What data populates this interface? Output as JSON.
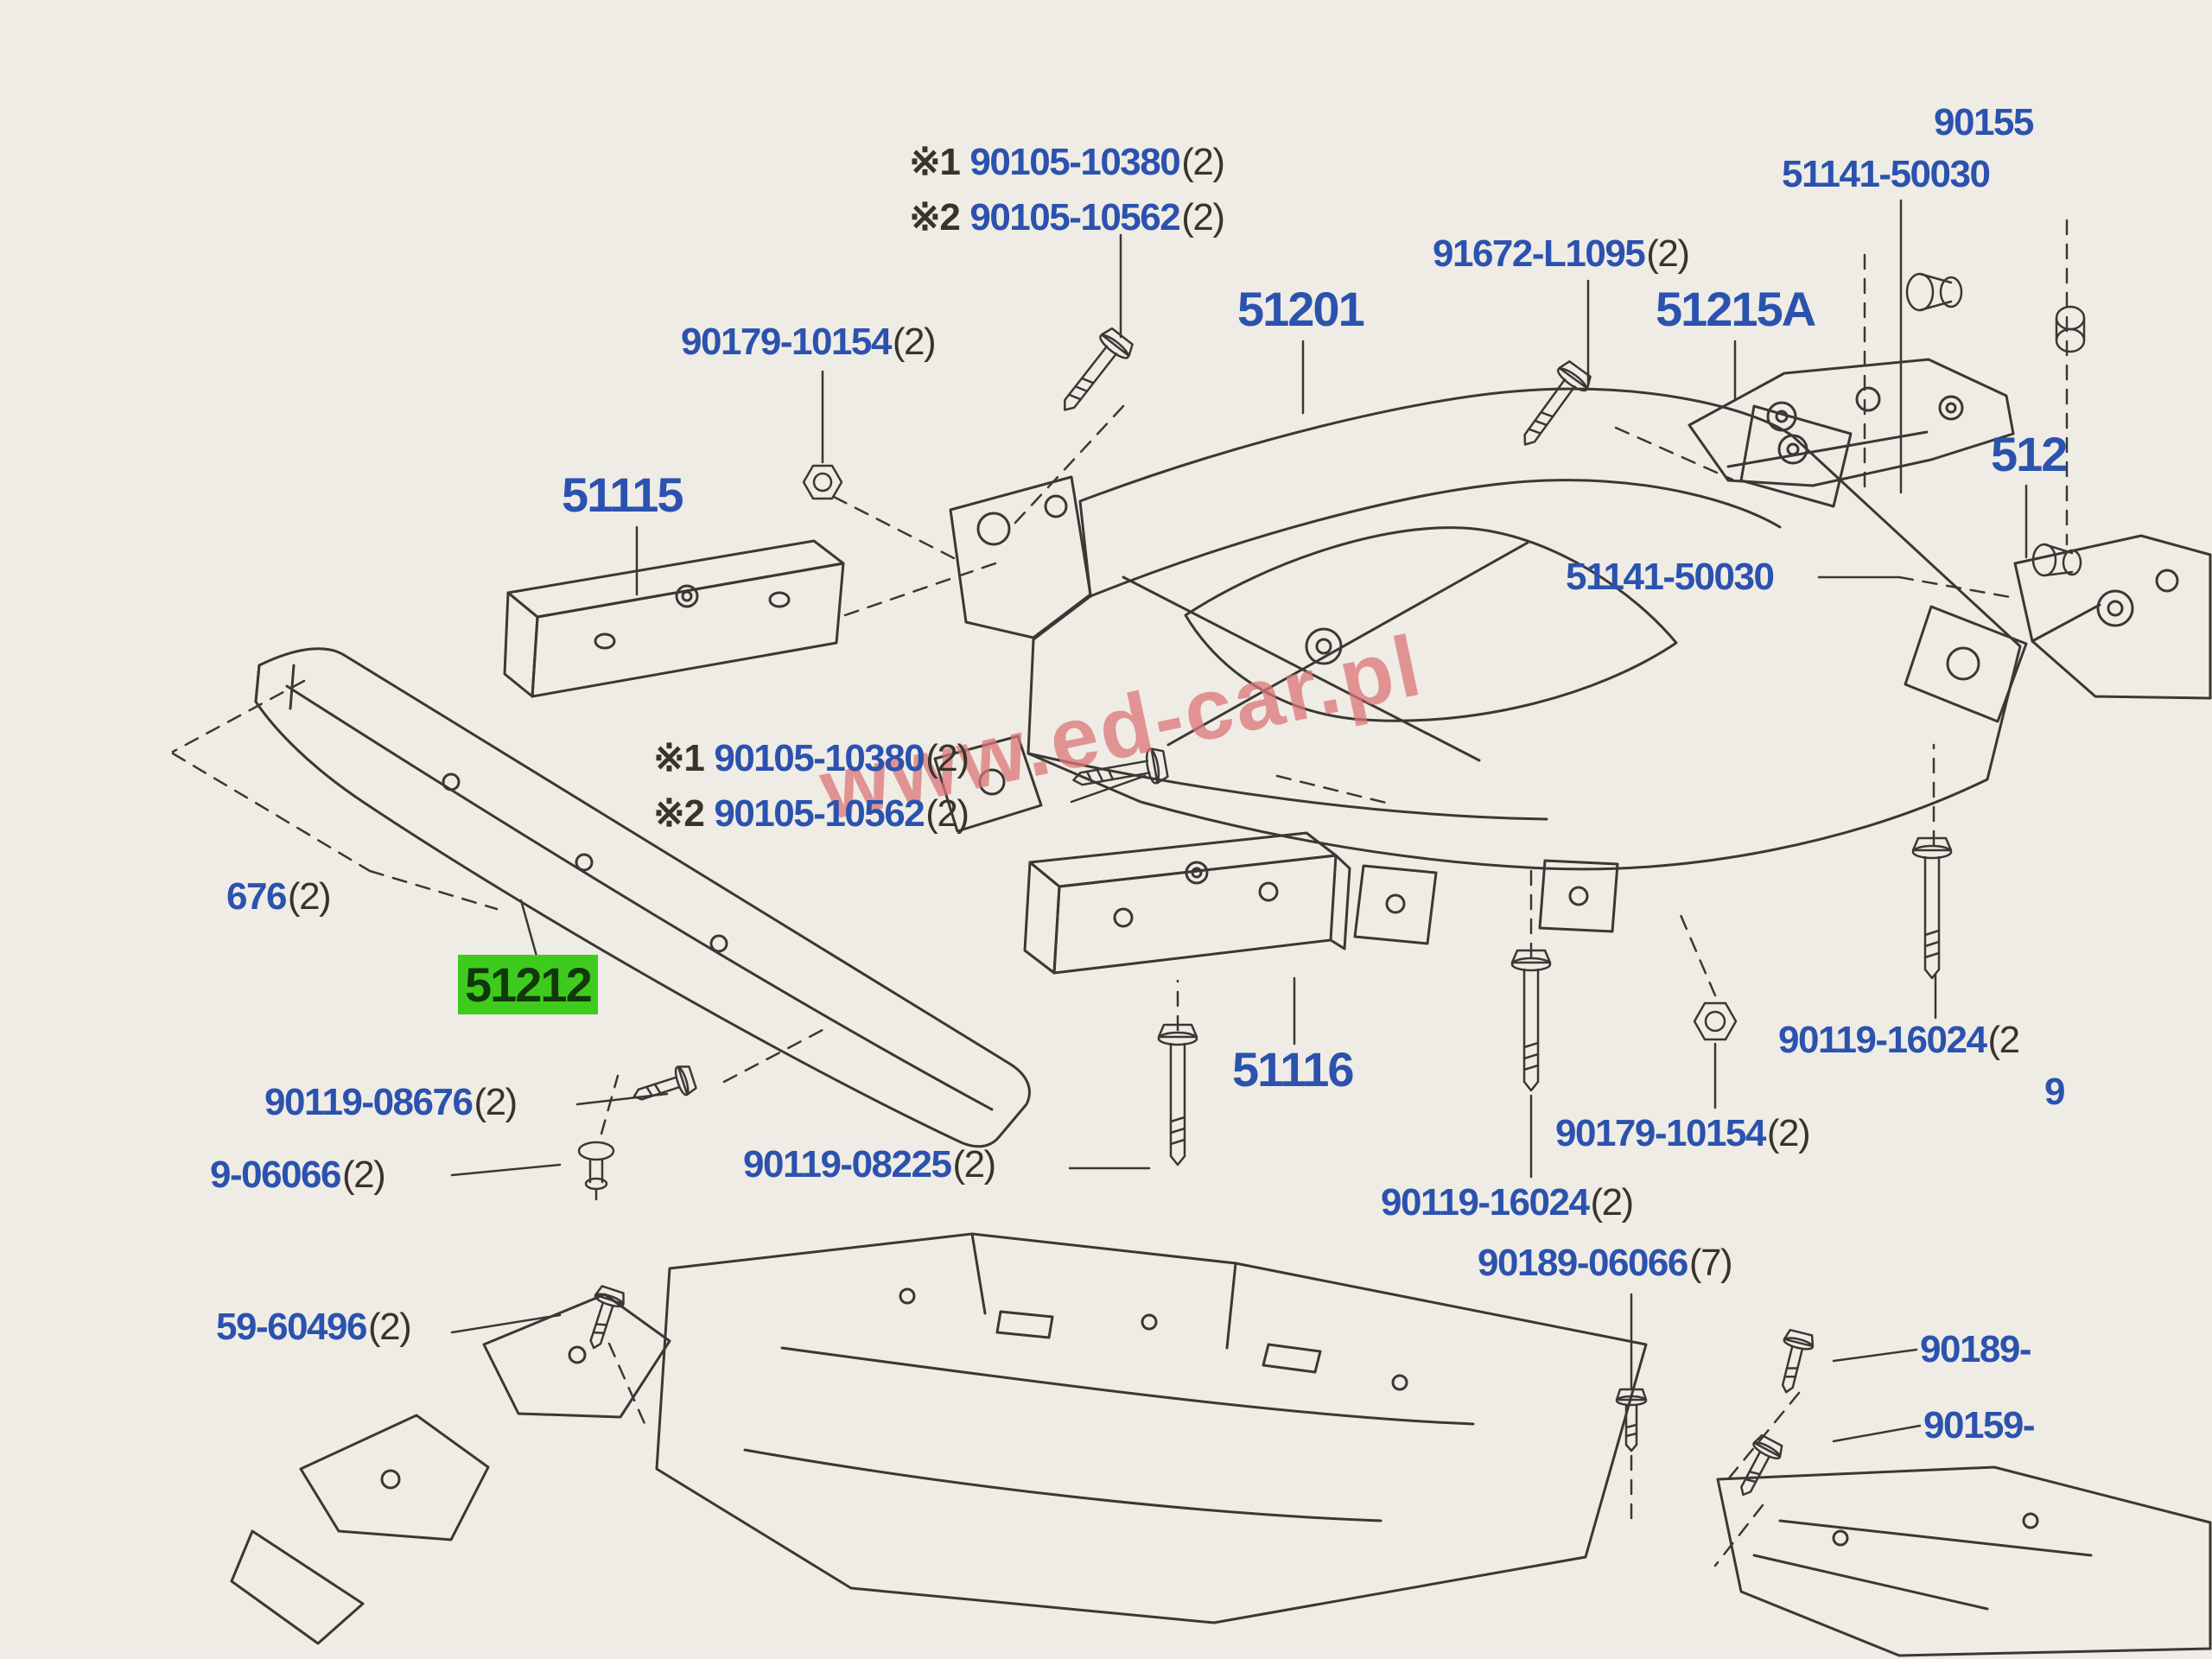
{
  "page": {
    "background": "#efece5",
    "watermark": {
      "text": "www.ed-car.pl",
      "color": "#db7676"
    }
  },
  "colors": {
    "part_number_blue": "#2b52ae",
    "annotation_dark": "#38342c",
    "highlight_green": "#3ecb1e",
    "line_art": "#3b3833"
  },
  "selected_part": "51212",
  "labels": [
    {
      "prefix": "※1",
      "number": "90105-10380",
      "qty": "(2)"
    },
    {
      "prefix": "※2",
      "number": "90105-10562",
      "qty": "(2)"
    },
    {
      "prefix": "",
      "number": "90155",
      "qty": ""
    },
    {
      "prefix": "",
      "number": "51141-50030",
      "qty": ""
    },
    {
      "prefix": "",
      "number": "91672-L1095",
      "qty": "(2)"
    },
    {
      "prefix": "",
      "number": "51201",
      "qty": ""
    },
    {
      "prefix": "",
      "number": "51215A",
      "qty": ""
    },
    {
      "prefix": "",
      "number": "90179-10154",
      "qty": "(2)"
    },
    {
      "prefix": "",
      "number": "51115",
      "qty": ""
    },
    {
      "prefix": "",
      "number": "512",
      "qty": ""
    },
    {
      "prefix": "",
      "number": "51141-50030",
      "qty": ""
    },
    {
      "prefix": "※1",
      "number": "90105-10380",
      "qty": "(2)"
    },
    {
      "prefix": "※2",
      "number": "90105-10562",
      "qty": "(2)"
    },
    {
      "prefix": "",
      "number": "676",
      "qty": "(2)"
    },
    {
      "prefix": "",
      "number": "51212",
      "qty": ""
    },
    {
      "prefix": "",
      "number": "90119-08676",
      "qty": "(2)"
    },
    {
      "prefix": "",
      "number": "9-06066",
      "qty": "(2)"
    },
    {
      "prefix": "",
      "number": "90119-08225",
      "qty": "(2)"
    },
    {
      "prefix": "",
      "number": "51116",
      "qty": ""
    },
    {
      "prefix": "",
      "number": "90119-16024",
      "qty": "(2"
    },
    {
      "prefix": "",
      "number": "9",
      "qty": ""
    },
    {
      "prefix": "",
      "number": "90179-10154",
      "qty": "(2)"
    },
    {
      "prefix": "",
      "number": "90119-16024",
      "qty": "(2)"
    },
    {
      "prefix": "",
      "number": "90189-06066",
      "qty": "(7)"
    },
    {
      "prefix": "",
      "number": "59-60496",
      "qty": "(2)"
    },
    {
      "prefix": "",
      "number": "90189-",
      "qty": ""
    },
    {
      "prefix": "",
      "number": "90159-",
      "qty": ""
    }
  ]
}
